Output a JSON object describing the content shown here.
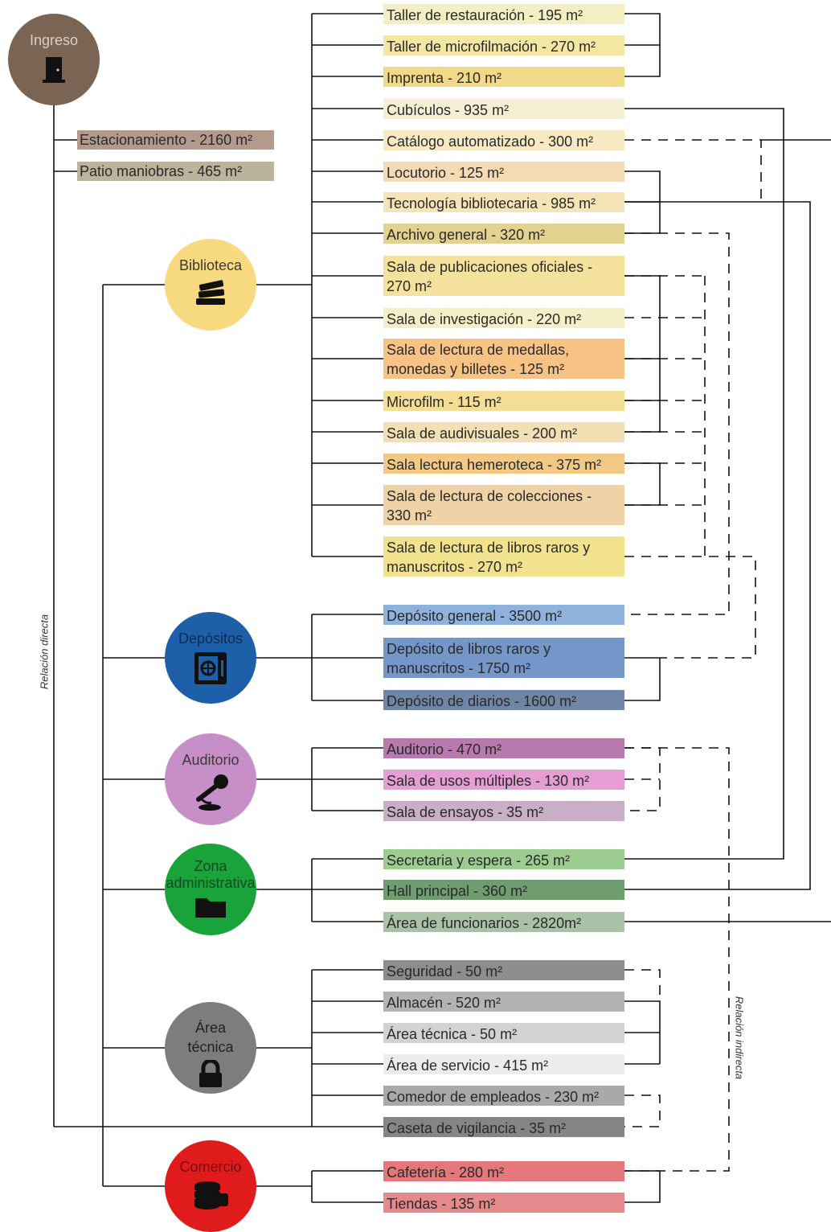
{
  "groups": {
    "ingreso": {
      "label": "Ingreso",
      "color": "#7a6453",
      "icon": "door-icon"
    },
    "biblioteca": {
      "label": "Biblioteca",
      "color": "#f7d980",
      "icon": "books-icon"
    },
    "depositos": {
      "label": "Depósitos",
      "color": "#1d5fa8",
      "icon": "safe-icon"
    },
    "auditorio": {
      "label": "Auditorio",
      "color": "#c78fc8",
      "icon": "microphone-icon"
    },
    "zona": {
      "label": "Zona administrativa",
      "color": "#1aa33a",
      "icon": "folder-icon"
    },
    "tecnica": {
      "label": "Área técnica",
      "color": "#7d7d7d",
      "icon": "lock-icon"
    },
    "comercio": {
      "label": "Comercio",
      "color": "#e01b1b",
      "icon": "coins-icon"
    }
  },
  "ingreso_spaces": [
    {
      "label": "Estacionamiento - 2160 m²",
      "color": "#b39a8c"
    },
    {
      "label": "Patio maniobras - 465 m²",
      "color": "#bcb39c"
    }
  ],
  "biblioteca_spaces": [
    {
      "label": "Taller de restauración - 195 m²",
      "color": "#f3efc2"
    },
    {
      "label": "Taller de microfilmación - 270 m²",
      "color": "#f2e7a3"
    },
    {
      "label": "Imprenta - 210 m²",
      "color": "#f1d987"
    },
    {
      "label": "Cubículos - 935 m²",
      "color": "#f5f0d4"
    },
    {
      "label": "Catálogo automatizado - 300 m²",
      "color": "#f7eac3"
    },
    {
      "label": "Locutorio - 125 m²",
      "color": "#f6dab4"
    },
    {
      "label": "Tecnología bibliotecaria - 985 m²",
      "color": "#f5e4b5"
    },
    {
      "label": "Archivo general - 320 m²",
      "color": "#e3d18f"
    },
    {
      "label": "Sala de publicaciones oficiales - 270 m²",
      "color": "#f4e29c"
    },
    {
      "label": "Sala de investigación - 220 m²",
      "color": "#f5efc8"
    },
    {
      "label": "Sala de lectura de medallas, monedas y billetes - 125 m²",
      "color": "#f6c385"
    },
    {
      "label": "Microfilm - 115 m²",
      "color": "#f4dd95"
    },
    {
      "label": "Sala de audivisuales - 200 m²",
      "color": "#f3dfb4"
    },
    {
      "label": "Sala lectura hemeroteca - 375 m²",
      "color": "#f2c984"
    },
    {
      "label": "Sala de lectura de colecciones - 330 m²",
      "color": "#efd2a6"
    },
    {
      "label": "Sala de lectura de libros raros y manuscritos - 270 m²",
      "color": "#f3e28d"
    }
  ],
  "depositos_spaces": [
    {
      "label": "Depósito general - 3500 m²",
      "color": "#8fb2dc"
    },
    {
      "label": "Depósito de libros raros y manuscritos - 1750 m²",
      "color": "#7596c8"
    },
    {
      "label": "Depósito de diarios - 1600 m²",
      "color": "#7086a6"
    }
  ],
  "auditorio_spaces": [
    {
      "label": "Auditorio - 470 m²",
      "color": "#b77aae"
    },
    {
      "label": "Sala de usos múltiples - 130 m²",
      "color": "#e59ed4"
    },
    {
      "label": "Sala de ensayos - 35 m²",
      "color": "#c8aec6"
    }
  ],
  "zona_spaces": [
    {
      "label": "Secretaria y espera - 265 m²",
      "color": "#9ccc8f"
    },
    {
      "label": "Hall principal - 360 m²",
      "color": "#6f9d6f"
    },
    {
      "label": "Área de funcionarios - 2820m²",
      "color": "#a9c1a6"
    }
  ],
  "tecnica_spaces": [
    {
      "label": "Seguridad - 50 m²",
      "color": "#8d8d8d"
    },
    {
      "label": "Almacén - 520 m²",
      "color": "#b3b3b3"
    },
    {
      "label": "Área técnica - 50 m²",
      "color": "#d2d2d2"
    },
    {
      "label": "Área de servicio - 415 m²",
      "color": "#ececec"
    },
    {
      "label": "Comedor de empleados - 230 m²",
      "color": "#a9a9a9"
    },
    {
      "label": "Caseta de vigilancia - 35 m²",
      "color": "#858585"
    }
  ],
  "comercio_spaces": [
    {
      "label": "Cafetería - 280 m²",
      "color": "#e4777a"
    },
    {
      "label": "Tiendas - 135 m²",
      "color": "#e48a8c"
    }
  ],
  "relations": {
    "direct": "Relación directa",
    "indirect": "Relación indirecta"
  }
}
